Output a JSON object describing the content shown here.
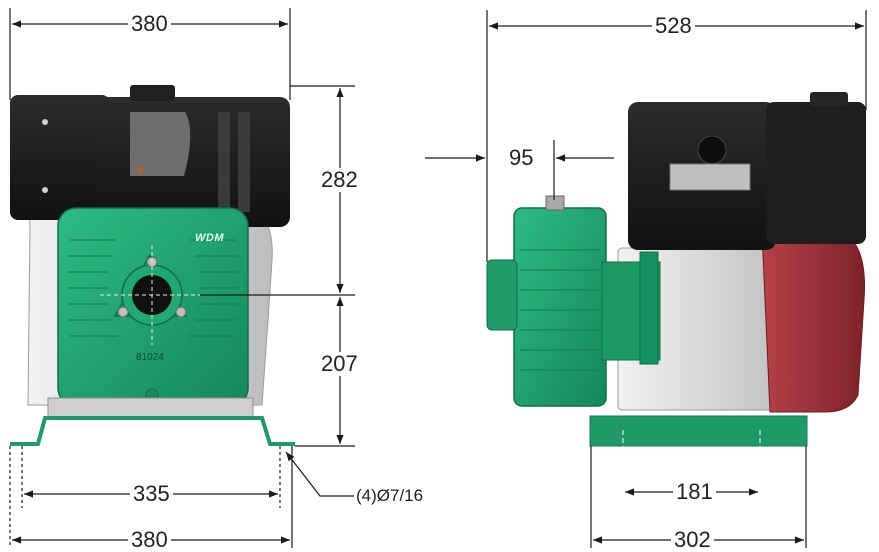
{
  "dimensions": {
    "front_top_width": "380",
    "engine_height": "282",
    "pump_height": "207",
    "bolt_spacing": "335",
    "front_base_width": "380",
    "side_overall_length": "528",
    "side_offset": "95",
    "base_hole_spacing": "181",
    "side_base_width": "302"
  },
  "notes": {
    "bolt_holes": "(4)Ø7/16"
  },
  "labels": {
    "brand_stamp": "WDM",
    "model_number": "81024"
  },
  "colors": {
    "pump_green": "#1fa673",
    "base_green": "#1e9a68",
    "engine_black": "#1c1c1c",
    "tank_red": "#a8323a",
    "frame_grey": "#d9d9d9",
    "dimension_line": "#1a1a1a"
  }
}
